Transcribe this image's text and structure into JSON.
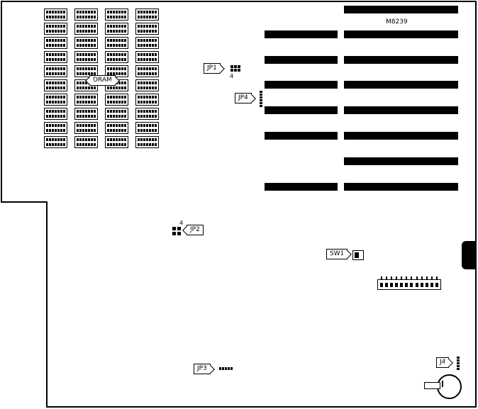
{
  "labels": {
    "dram": "DRAM",
    "board_model": "M8239",
    "jp1": "JP1",
    "jp2": "JP2",
    "jp3": "JP3",
    "jp4": "JP4",
    "sw1": "SW1",
    "j4": "J4",
    "jp1_pin4": "4",
    "jp2_pin4": "4"
  },
  "components": {
    "dram_bank": {
      "columns": 4,
      "chips_per_column": 10,
      "pins_per_row": 7
    },
    "expansion_slots": {
      "rows": 8,
      "left_segment_rows": [
        1,
        2,
        3,
        4,
        5,
        7
      ],
      "right_segment_rows": [
        0,
        1,
        2,
        3,
        4,
        5,
        6,
        7
      ]
    },
    "jp1_jumper": {
      "rows": 2,
      "cols": 3
    },
    "jp2_jumper": {
      "rows": 2,
      "cols": 2
    },
    "jp3_jumper": {
      "pins": 5
    },
    "jp4_jumper": {
      "pins": 6
    },
    "j4_jumper": {
      "pins": 5
    },
    "power_connector": {
      "pins": 12
    }
  }
}
